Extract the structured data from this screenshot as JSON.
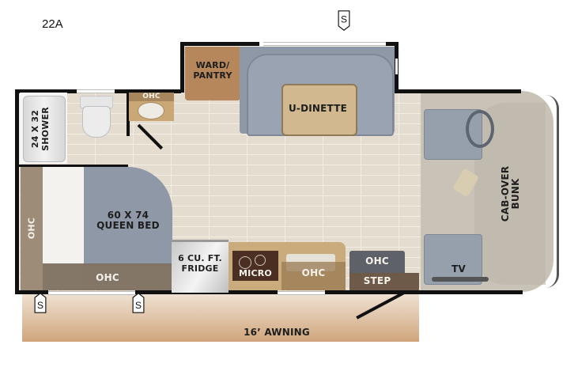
{
  "model": "22A",
  "rooms": {
    "shower": "24 X 32\nSHOWER",
    "shower_line1": "24 X 32",
    "shower_line2": "SHOWER",
    "bath_ohc": "OHC",
    "ward_line1": "WARD/",
    "ward_line2": "PANTRY",
    "dinette": "U-DINETTE",
    "bed_line1": "60 X 74",
    "bed_line2": "QUEEN BED",
    "bed_side_ohc": "OHC",
    "bed_foot_ohc": "OHC",
    "fridge_line1": "6 CU. FT.",
    "fridge_line2": "FRIDGE",
    "micro": "MICRO",
    "galley_ohc": "OHC",
    "entry_ohc": "OHC",
    "step": "STEP",
    "cab_line1": "CAB-OVER",
    "cab_line2": "BUNK",
    "tv": "TV",
    "awning": "16’ AWNING"
  },
  "slide_markers": [
    {
      "label": "S",
      "position": "top-dinette"
    },
    {
      "label": "S",
      "position": "bottom-rear"
    },
    {
      "label": "S",
      "position": "bottom-bed"
    }
  ],
  "colors": {
    "wall": "#111111",
    "floor": "#e3dccf",
    "cabinet_brown": "#b5875a",
    "upholstery_gray": "#8e98a6",
    "table_tan": "#d2b88e",
    "ohc_dark": "#7d7060",
    "cab_tan": "#c9c3b7",
    "awning": "#d9b994"
  }
}
